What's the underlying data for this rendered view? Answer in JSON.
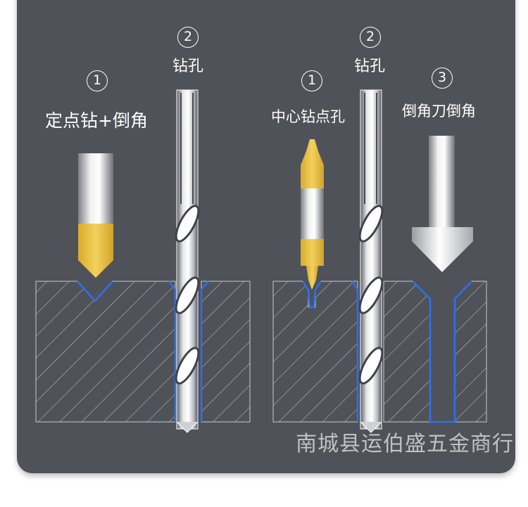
{
  "left_process": {
    "step1": {
      "number": "1",
      "label": "定点钻+倒角"
    },
    "step2": {
      "number": "2",
      "label": "钻孔"
    }
  },
  "right_process": {
    "step1": {
      "number": "1",
      "label": "中心钻点孔"
    },
    "step2": {
      "number": "2",
      "label": "钻孔"
    },
    "step3": {
      "number": "3",
      "label": "倒角刀倒角"
    }
  },
  "watermark": "南城县运伯盛五金商行",
  "colors": {
    "panel": "#4f5258",
    "accent_blue": "#2e6ff2",
    "tool_gold": "#e9c445",
    "hatch": "#c8c8c8"
  }
}
